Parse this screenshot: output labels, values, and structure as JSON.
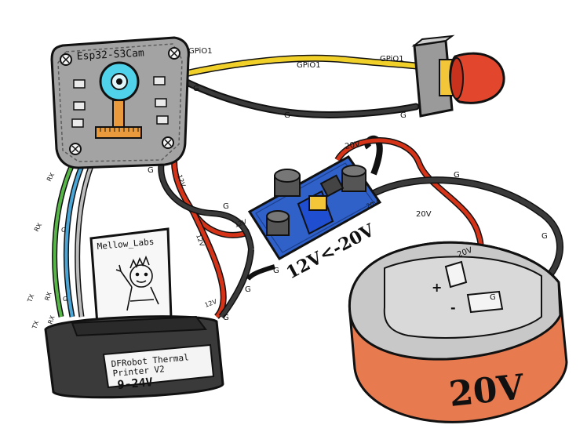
{
  "esp32": {
    "title": "Esp32-S3Cam"
  },
  "button": {
    "pin_label": "GPiO1"
  },
  "wires": {
    "gpio_label_esp_side": "GPiO1",
    "gpio_label_mid": "GPiO1",
    "gnd_label": "G",
    "tx_label": "TX",
    "rx_label": "RX",
    "v12_label": "12V",
    "v20_label": "20V"
  },
  "converter": {
    "label": "12V<-20V"
  },
  "printer": {
    "paper_title": "Mellow_Labs",
    "name_line1": "DFRobot Thermal",
    "name_line2": "Printer V2",
    "voltage": "9-24V"
  },
  "battery": {
    "voltage": "20V",
    "plus": "+",
    "minus": "-",
    "term_pos_label": "20V",
    "term_neg_label": "G"
  },
  "colors": {
    "outline": "#111111",
    "yellow_wire": "#f2d02a",
    "red_wire": "#d63418",
    "black_wire": "#1a1a1a",
    "green_wire": "#58b648",
    "blue_wire": "#4aa6d6",
    "converter_board": "#2f61c9",
    "pot_blue": "#1f4fd0",
    "button_red": "#e2472e",
    "battery_orange": "#e87a4f",
    "battery_grey": "#c8c8c8",
    "board_grey": "#9a9a9a",
    "camera_cyan": "#4fd2ea",
    "orange_ribbon": "#e89a3c"
  }
}
